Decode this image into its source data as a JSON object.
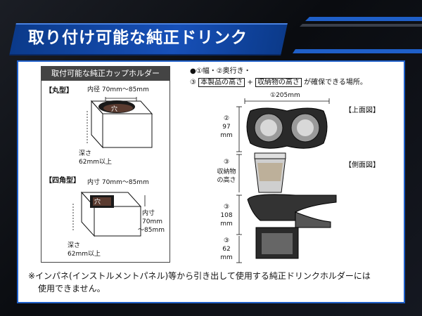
{
  "title": "取り付け可能な純正ドリンク",
  "left_box": {
    "heading": "取付可能な純正カップホルダー",
    "round": {
      "label": "【丸型】",
      "inner_diameter": "内径 70mm～85mm",
      "hole": "穴",
      "depth_label": "深さ",
      "depth_value": "62mm以上"
    },
    "square": {
      "label": "【四角型】",
      "inner_w": "内寸 70mm～85mm",
      "hole": "穴",
      "inner_right_1": "内寸",
      "inner_right_2": "70mm",
      "inner_right_3": "～85mm",
      "depth_label": "深さ",
      "depth_value": "62mm以上"
    }
  },
  "right": {
    "desc_line1": "●①幅・②奥行き・",
    "desc_pre": "③",
    "desc_box1": "本製品の高さ",
    "desc_plus": "+",
    "desc_box2": "収納物の高さ",
    "desc_post": "が確保できる場所。",
    "top_view": "【上面図】",
    "side_view": "【側面図】",
    "width_dim": "①205mm",
    "depth_num": "②",
    "depth_val": "97",
    "depth_unit": "mm",
    "storage_num": "③",
    "storage_1": "収納物",
    "storage_2": "の高さ",
    "h108_num": "③",
    "h108_val": "108",
    "h108_unit": "mm",
    "h62_num": "③",
    "h62_val": "62",
    "h62_unit": "mm"
  },
  "note_line1": "※インパネ(インストルメントパネル)等から引き出して使用する純正ドリンクホルダーには",
  "note_line2": "使用できません。",
  "colors": {
    "accent": "#1f5fc8",
    "title_bg": "#1750b8"
  }
}
